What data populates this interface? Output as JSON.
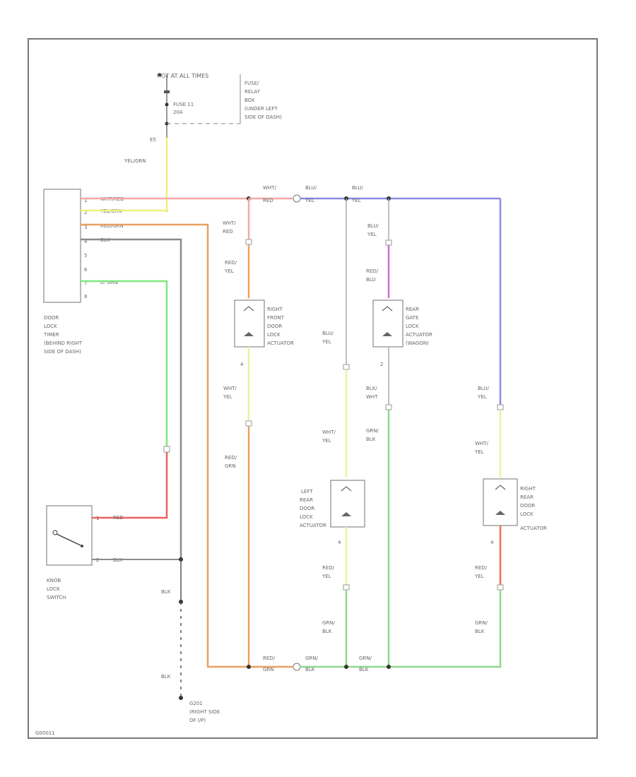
{
  "colors": {
    "wht_red": "#f4a8a8",
    "yel_grn": "#f0f07a",
    "red_grn": "#e8a060",
    "blk": "#8a8a8a",
    "lt_grn": "#7ee87e",
    "red": "#f06060",
    "blu_yel": "#8a8ae8",
    "grn_blk": "#8ed88e",
    "red_yel": "#f0a060",
    "wht_yel": "#f0f0a0",
    "red_blu": "#d070d0",
    "grn_blk2": "#8ed88e"
  },
  "power": {
    "hot_label": "HOT AT ALL TIMES",
    "fuse_label": "FUSE 11",
    "fuse_amps": "20A",
    "fuse_box_lines": [
      "FUSE/",
      "RELAY",
      "BOX",
      "(UNDER LEFT",
      "SIDE OF DASH)"
    ],
    "connector": "E5",
    "wire": "YEL/GRN"
  },
  "timer": {
    "name_lines": [
      "DOOR",
      "LOCK",
      "TIMER",
      "(BEHIND RIGHT",
      "SIDE OF DASH)"
    ],
    "pins": [
      "1",
      "2",
      "3",
      "4",
      "5",
      "6",
      "7",
      "8"
    ],
    "wires": [
      "WHT/RED",
      "YEL/GRN",
      "RED/GRN",
      "BLK",
      "",
      "",
      "LT GRN",
      ""
    ]
  },
  "knob_switch": {
    "name_lines": [
      "KNOB",
      "LOCK",
      "SWITCH"
    ],
    "pins": [
      "1",
      "2"
    ],
    "wires": [
      "RED",
      "BLK"
    ]
  },
  "ground": {
    "name_lines": [
      "G201",
      "(RIGHT SIDE",
      "OF I/P)"
    ],
    "wire": "BLK"
  },
  "actuators": [
    {
      "lines": [
        "RIGHT",
        "FRONT",
        "DOOR",
        "LOCK",
        "ACTUATOR"
      ],
      "top_wire": [
        "RED/",
        "YEL"
      ],
      "bottom_wire": [
        "WHT/",
        "YEL"
      ],
      "pin_top": "",
      "pin_bottom": "4"
    },
    {
      "lines": [
        "REAR",
        "GATE",
        "LOCK",
        "ACTUATOR",
        "(WAGON)"
      ],
      "top_wire": [
        "RED/",
        "BLU"
      ],
      "bottom_wire": [
        "BLK/",
        "WHT"
      ],
      "pin_top": "",
      "pin_bottom": "2"
    },
    {
      "lines": [
        "LEFT",
        "REAR",
        "DOOR",
        "LOCK",
        "ACTUATOR"
      ],
      "top_wire": [
        "WHT/",
        "YEL"
      ],
      "bottom_wire": [
        "RED/",
        "YEL"
      ],
      "pin_top": "",
      "pin_bottom": "4"
    },
    {
      "lines": [
        "RIGHT",
        "REAR",
        "DOOR",
        "LOCK",
        "ACTUATOR"
      ],
      "top_wire": [
        "WHT/",
        "YEL"
      ],
      "bottom_wire": [
        "RED/",
        "YEL"
      ],
      "pin_top": "",
      "pin_bottom": "4"
    }
  ],
  "wire_labels": {
    "top_bus": [
      [
        "WHT/",
        "RED"
      ],
      [
        "BLU/",
        "YEL"
      ],
      [
        "BLU/",
        "YEL"
      ]
    ],
    "bottom_bus": [
      [
        "RED/",
        "GRN"
      ],
      [
        "GRN/",
        "BLK"
      ],
      [
        "GRN/",
        "BLK"
      ]
    ],
    "whtred_drop": [
      "WHT/",
      "RED"
    ],
    "bluyel_drop_a": [
      "BLU/",
      "YEL"
    ],
    "bluyel_drop_b": [
      "BLU/",
      "YEL"
    ],
    "bluyel_drop_c": [
      "BLU/",
      "YEL"
    ],
    "redgrn_drop": [
      "RED/",
      "GRN"
    ],
    "grnblk_drop_a": [
      "GRN/",
      "BLK"
    ],
    "grnblk_drop_b": [
      "GRN/",
      "BLK"
    ],
    "grnblk_drop_c": [
      "GRN/",
      "BLK"
    ],
    "blk_a": "BLK",
    "blk_b": "BLK"
  },
  "figure_id": "G00011"
}
